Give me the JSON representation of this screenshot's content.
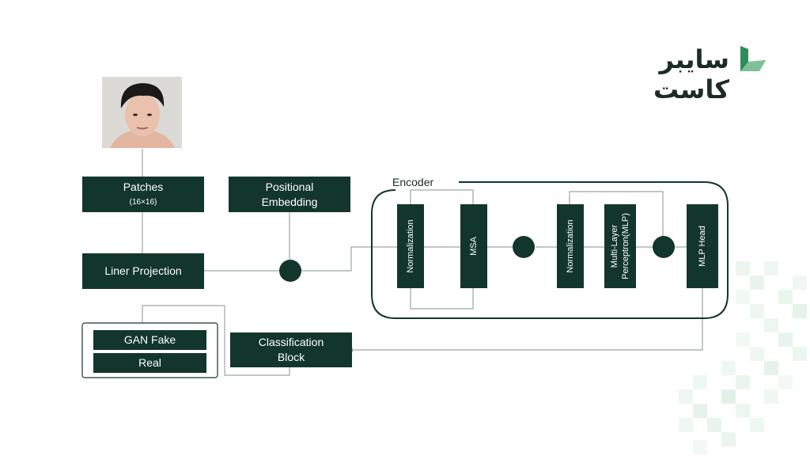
{
  "brand": {
    "name": "سایبر کاست",
    "icon": "cybercast-logo-icon"
  },
  "diagram": {
    "input_image": "face-photo",
    "patches": {
      "title": "Patches",
      "sub": "(16×16)"
    },
    "positional_embedding": {
      "line1": "Positional",
      "line2": "Embedding"
    },
    "linear_projection": "Liner Projection",
    "encoder": {
      "label": "Encoder",
      "normalization_1": "Normalization",
      "msa": "MSA",
      "normalization_2": "Normalization",
      "mlp_line1": "Multi-Layer",
      "mlp_line2": "Perceptron(MLP)",
      "mlp_head": "MLP Head"
    },
    "classification": {
      "line1": "Classification",
      "line2": "Block"
    },
    "outputs": [
      "GAN Fake",
      "Real"
    ]
  },
  "colors": {
    "box": "#13362c",
    "line": "#9aa6a2",
    "accent": "#2f8c5a"
  }
}
